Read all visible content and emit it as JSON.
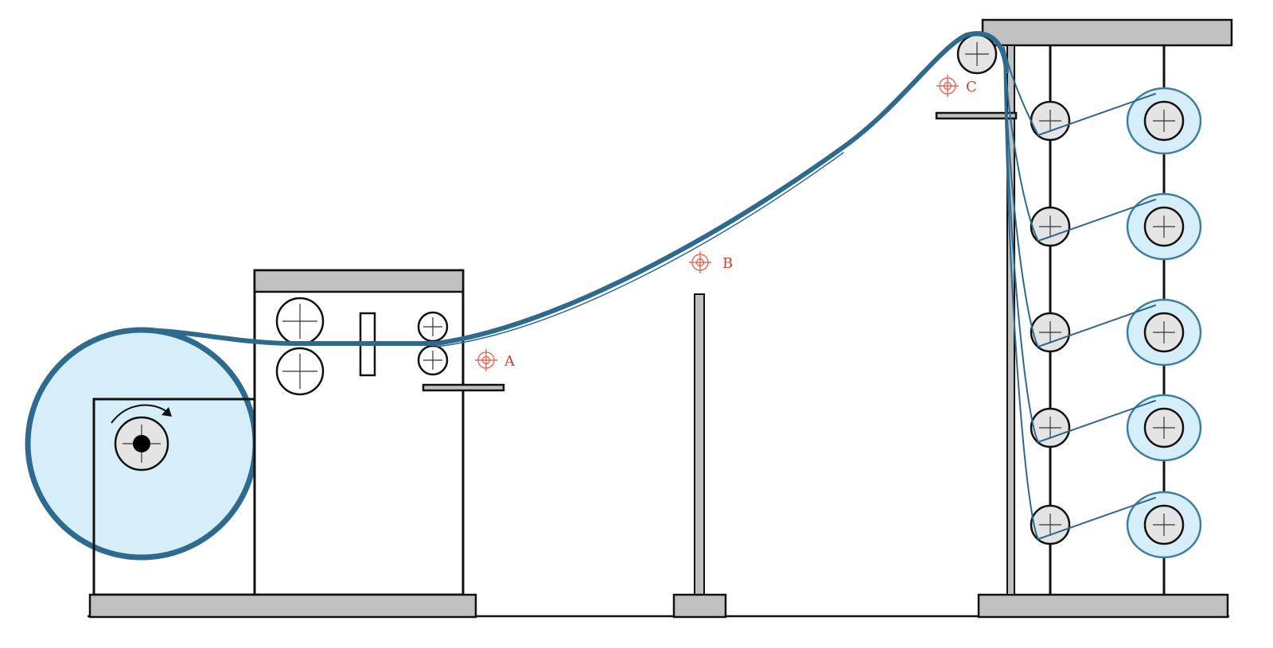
{
  "measurement_points": [
    {
      "id": "A",
      "label": "A"
    },
    {
      "id": "B",
      "label": "B"
    },
    {
      "id": "C",
      "label": "C"
    }
  ],
  "winder_spool_count": 5,
  "colors": {
    "web": "#2e6a8e",
    "spool_fill": "#d6eefa",
    "marker": "#d0402f",
    "plate": "#c0c0c0"
  },
  "icons": {
    "rotation": "curved-arrow-icon",
    "marker": "crosshair-target-icon"
  }
}
